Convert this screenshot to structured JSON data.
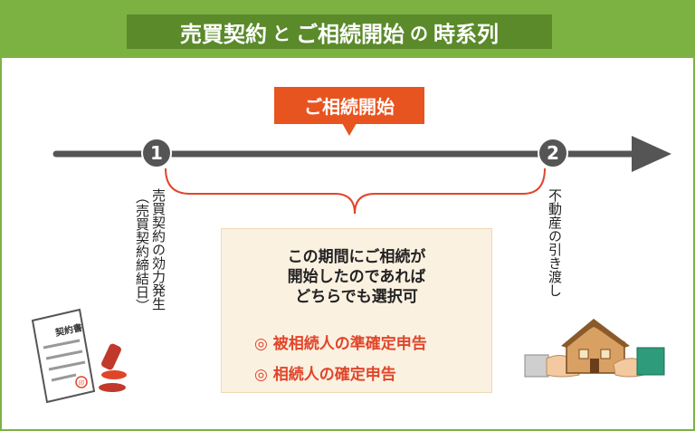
{
  "title": {
    "part1": "売買契約",
    "connector1": "と",
    "part2": "ご相続開始",
    "connector2": "の",
    "part3": "時系列"
  },
  "callout": {
    "label": "ご相続開始"
  },
  "markers": [
    {
      "number": "1",
      "label": "売買契約の効力発生",
      "sublabel": "（売買契約締結日）"
    },
    {
      "number": "2",
      "label": "不動産の引き渡し"
    }
  ],
  "infobox": {
    "lines": [
      "この期間にご相続が",
      "開始したのであれば",
      "どちらでも選択可"
    ],
    "options": [
      "◎ 被相続人の準確定申告",
      "◎ 相続人の確定申告"
    ]
  },
  "illustrations": {
    "contract_doc_text": "契約書",
    "seal_text": "印"
  },
  "colors": {
    "header": "#7cb242",
    "title_box": "#5a8a2a",
    "callout": "#e8541f",
    "brace": "#e0452a",
    "timeline": "#555555",
    "infobox_bg": "#fbf1e1",
    "option_text": "#e0452a"
  }
}
